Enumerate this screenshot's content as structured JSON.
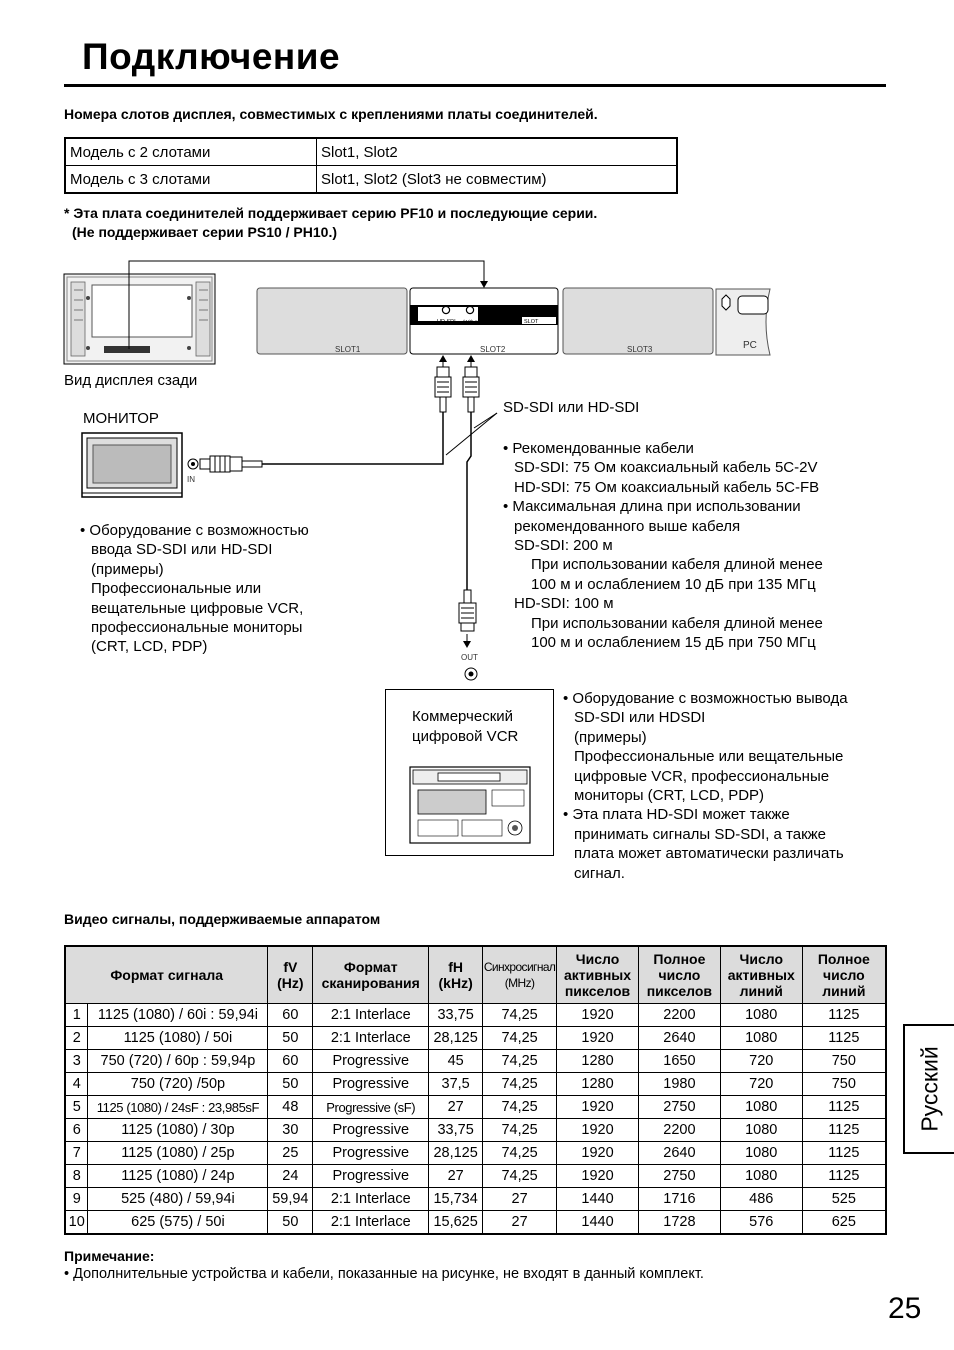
{
  "title": "Подключение",
  "slots_heading": "Номера слотов дисплея, совместимых с креплениями платы соединителей.",
  "slot_table": [
    {
      "model": "Модель с 2 слотами",
      "slots": "Slot1, Slot2"
    },
    {
      "model": "Модель с 3 слотами",
      "slots": "Slot1, Slot2 (Slot3 не совместим)"
    }
  ],
  "series_note_line1": "* Эта плата соединителей поддерживает серию PF10 и последующие серии.",
  "series_note_line2": "(Не поддерживает серии PS10 / PH10.)",
  "diagram": {
    "rear_view_label": "Вид дисплея сзади",
    "slot_labels": [
      "SLOT1",
      "SLOT2",
      "SLOT3"
    ],
    "pc_label": "PC",
    "board_labels": {
      "hd_sdi": "HD  SDI",
      "with_audio": "(With Audio)",
      "slot": "SLOT"
    },
    "monitor_label": "МОНИТОР",
    "in_label": "IN",
    "out_label": "OUT",
    "sdsdi_label": "SD-SDI или HD-SDI",
    "monitor_notes": [
      {
        "text": "Оборудование с возможностью",
        "bullet": true
      },
      {
        "text": "ввода SD-SDI или HD-SDI",
        "bullet": false
      },
      {
        "text": "(примеры)",
        "bullet": false
      },
      {
        "text": "Профессиональные или",
        "bullet": false
      },
      {
        "text": "вещательные цифровые VCR,",
        "bullet": false
      },
      {
        "text": "профессиональные мониторы",
        "bullet": false
      },
      {
        "text": "(CRT, LCD, PDP)",
        "bullet": false
      }
    ],
    "cable_notes": [
      {
        "text": "Рекомендованные кабели",
        "indent": 0,
        "bullet": true
      },
      {
        "text": "SD-SDI: 75 Ом коаксиальный кабель 5C-2V",
        "indent": 1,
        "bullet": false
      },
      {
        "text": "HD-SDI: 75 Ом коаксиальный кабель 5C-FB",
        "indent": 1,
        "bullet": false
      },
      {
        "text": "Максимальная длина при использовании",
        "indent": 0,
        "bullet": true
      },
      {
        "text": "рекомендованного выше кабеля",
        "indent": 1,
        "bullet": false
      },
      {
        "text": "SD-SDI: 200 м",
        "indent": 1,
        "bullet": false
      },
      {
        "text": "При использовании кабеля длиной менее",
        "indent": 2,
        "bullet": false
      },
      {
        "text": "100 м и ослаблением 10 дБ при 135 МГц",
        "indent": 2,
        "bullet": false
      },
      {
        "text": "HD-SDI: 100 м",
        "indent": 1,
        "bullet": false
      },
      {
        "text": "При использовании кабеля длиной менее",
        "indent": 2,
        "bullet": false
      },
      {
        "text": "100 м и ослаблением 15 дБ при 750 МГц",
        "indent": 2,
        "bullet": false
      }
    ],
    "vcr_label_line1": "Коммерческий",
    "vcr_label_line2": "цифровой VCR",
    "vcr_notes": [
      {
        "text": "Оборудование с возможностью вывода",
        "bullet": true
      },
      {
        "text": "SD-SDI или HDSDI",
        "bullet": false
      },
      {
        "text": "(примеры)",
        "bullet": false
      },
      {
        "text": "Профессиональные или вещательные",
        "bullet": false
      },
      {
        "text": "цифровые VCR, профессиональные",
        "bullet": false
      },
      {
        "text": "мониторы (CRT, LCD, PDP)",
        "bullet": false
      },
      {
        "text": "Эта плата HD-SDI может также",
        "bullet": true
      },
      {
        "text": "принимать сигналы SD-SDI, а также",
        "bullet": false
      },
      {
        "text": "плата может автоматически различать",
        "bullet": false
      },
      {
        "text": "сигнал.",
        "bullet": false
      }
    ]
  },
  "signals_heading": "Видео сигналы, поддерживаемые аппаратом",
  "signal_table": {
    "headers": {
      "format_l1": "Формат сигнала",
      "fv_l1": "fV",
      "fv_l2": "(Hz)",
      "scan_l1": "Формат",
      "scan_l2": "сканирования",
      "fh_l1": "fH",
      "fh_l2": "(kHz)",
      "sync_l1": "Синхросигнал",
      "sync_l2": "(MHz)",
      "active_px_l1": "Число",
      "active_px_l2": "активных",
      "active_px_l3": "пикселов",
      "total_px_l1": "Полное",
      "total_px_l2": "число",
      "total_px_l3": "пикселов",
      "active_ln_l1": "Число",
      "active_ln_l2": "активных",
      "active_ln_l3": "линий",
      "total_ln_l1": "Полное",
      "total_ln_l2": "число",
      "total_ln_l3": "линий"
    },
    "rows": [
      [
        "1",
        "1125 (1080) / 60i : 59,94i",
        "60",
        "2:1 Interlace",
        "33,75",
        "74,25",
        "1920",
        "2200",
        "1080",
        "1125"
      ],
      [
        "2",
        "1125 (1080) / 50i",
        "50",
        "2:1 Interlace",
        "28,125",
        "74,25",
        "1920",
        "2640",
        "1080",
        "1125"
      ],
      [
        "3",
        "750 (720) / 60p : 59,94p",
        "60",
        "Progressive",
        "45",
        "74,25",
        "1280",
        "1650",
        "720",
        "750"
      ],
      [
        "4",
        "750 (720) /50p",
        "50",
        "Progressive",
        "37,5",
        "74,25",
        "1280",
        "1980",
        "720",
        "750"
      ],
      [
        "5",
        "1125 (1080) / 24sF : 23,985sF",
        "48",
        "Progressive (sF)",
        "27",
        "74,25",
        "1920",
        "2750",
        "1080",
        "1125"
      ],
      [
        "6",
        "1125 (1080) / 30p",
        "30",
        "Progressive",
        "33,75",
        "74,25",
        "1920",
        "2200",
        "1080",
        "1125"
      ],
      [
        "7",
        "1125 (1080) / 25p",
        "25",
        "Progressive",
        "28,125",
        "74,25",
        "1920",
        "2640",
        "1080",
        "1125"
      ],
      [
        "8",
        "1125 (1080) / 24p",
        "24",
        "Progressive",
        "27",
        "74,25",
        "1920",
        "2750",
        "1080",
        "1125"
      ],
      [
        "9",
        "525 (480) / 59,94i",
        "59,94",
        "2:1 Interlace",
        "15,734",
        "27",
        "1440",
        "1716",
        "486",
        "525"
      ],
      [
        "10",
        "625 (575) / 50i",
        "50",
        "2:1 Interlace",
        "15,625",
        "27",
        "1440",
        "1728",
        "576",
        "625"
      ]
    ]
  },
  "note_heading": "Примечание:",
  "note_text": "Дополнительные устройства и кабели, показанные на рисунке, не входят в данный комплект.",
  "language_tab": "Русский",
  "page_number": "25"
}
